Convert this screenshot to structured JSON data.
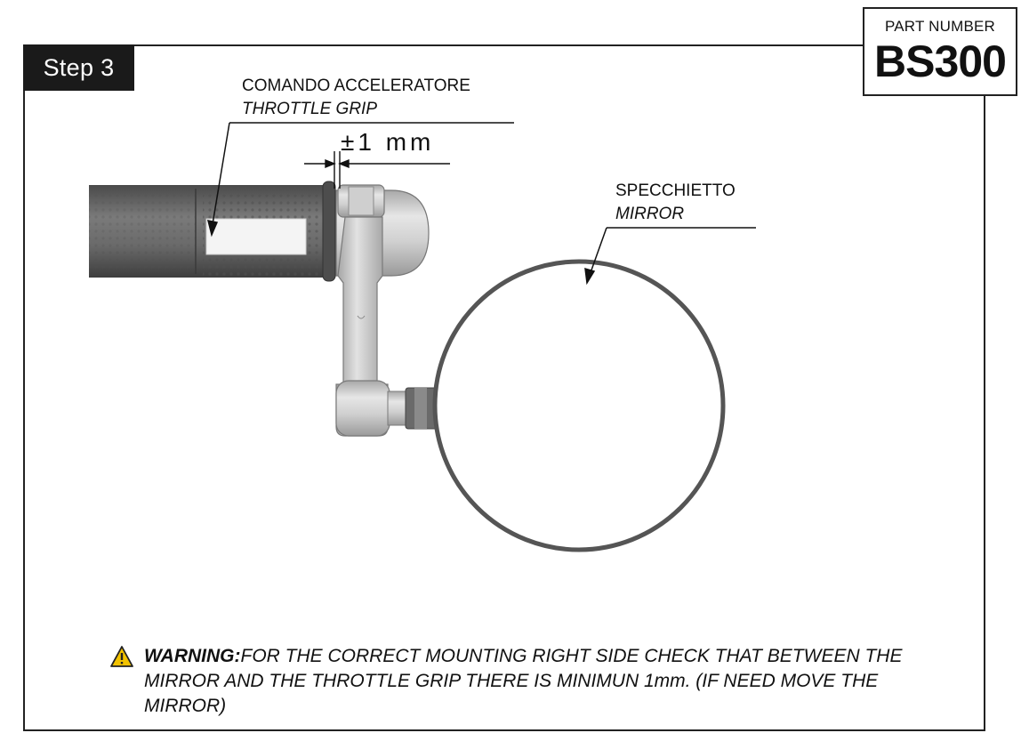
{
  "step": {
    "label": "Step 3"
  },
  "part": {
    "label": "PART NUMBER",
    "number": "BS300"
  },
  "callouts": {
    "throttle_it": "COMANDO ACCELERATORE",
    "throttle_en": "THROTTLE GRIP",
    "mirror_it": "SPECCHIETTO",
    "mirror_en": "MIRROR",
    "tolerance": "±1 mm"
  },
  "warning": {
    "heading": "WARNING:",
    "body": "FOR THE CORRECT MOUNTING RIGHT SIDE CHECK THAT BETWEEN THE MIRROR AND THE THROTTLE GRIP THERE IS MINIMUN 1mm. (IF NEED MOVE THE MIRROR)"
  },
  "colors": {
    "frame": "#222222",
    "badge": "#1a1a1a",
    "grip": "#5a5a5a",
    "metal": "#c8c8c8",
    "warning_icon": "#f2c200"
  },
  "icons": [
    "warning-triangle-icon"
  ]
}
